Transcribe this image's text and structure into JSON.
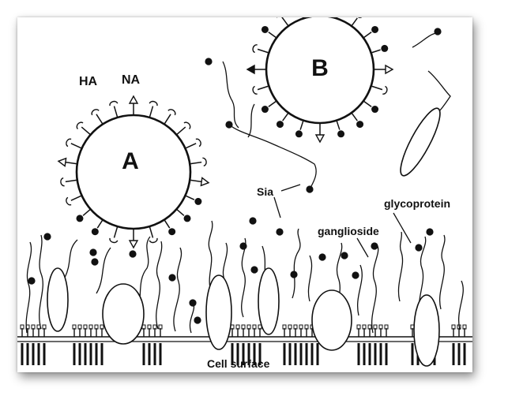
{
  "labels": {
    "virus_a": "A",
    "virus_b": "B",
    "ha": "HA",
    "na": "NA",
    "sia": "Sia",
    "glycoprotein": "glycoprotein",
    "ganglioside": "ganglioside",
    "cell_surface": "Cell surface"
  },
  "colors": {
    "ink": "#111111",
    "background": "#ffffff"
  },
  "icons": [
    "virus-particle-icon",
    "hemagglutinin-spike-icon",
    "neuraminidase-arrow-icon",
    "sialic-acid-dot-icon",
    "glycoprotein-oval-icon",
    "lipid-bilayer-icon"
  ]
}
